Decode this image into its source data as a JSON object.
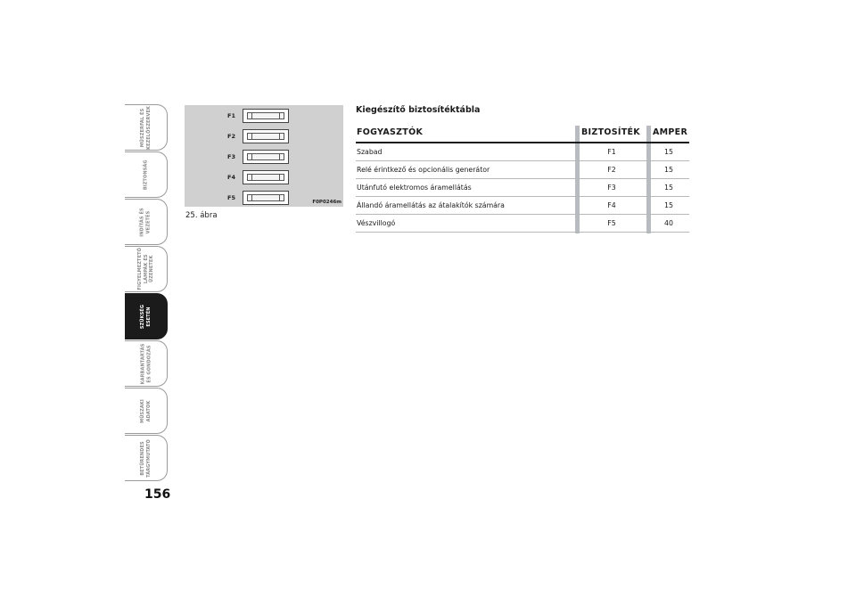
{
  "side_tabs": [
    {
      "label": "MŰSZERFAL ÉS\nKEZELŐSZERVEK",
      "active": false
    },
    {
      "label": "BIZTONSÁG",
      "active": false
    },
    {
      "label": "INDÍTÁS ÉS\nVEZETÉS",
      "active": false
    },
    {
      "label": "FIGYELMEZTETŐ\nLÁMPÁK ÉS\nÜZENETEK",
      "active": false
    },
    {
      "label": "SZÜKSÉG\nESETÉN",
      "active": true
    },
    {
      "label": "KARBANTARTÁS\nÉS GONDOZÁS",
      "active": false
    },
    {
      "label": "MŰSZAKI\nADATOK",
      "active": false
    },
    {
      "label": "BETŰRENDES\nTÁRGYMUTATÓ",
      "active": false
    }
  ],
  "page_number": "156",
  "figure": {
    "fuses": [
      "F1",
      "F2",
      "F3",
      "F4",
      "F5"
    ],
    "code": "F0P0246m",
    "caption": "25. ábra"
  },
  "table": {
    "title": "Kiegészítő biztosítéktábla",
    "headers": {
      "consumers": "FOGYASZTÓK",
      "fuse": "BIZTOSÍTÉK",
      "amper": "AMPER"
    },
    "rows": [
      {
        "consumer": "Szabad",
        "fuse": "F1",
        "amper": "15"
      },
      {
        "consumer": "Relé érintkező és opcionális generátor",
        "fuse": "F2",
        "amper": "15"
      },
      {
        "consumer": "Utánfutó elektromos áramellátás",
        "fuse": "F3",
        "amper": "15"
      },
      {
        "consumer": "Állandó áramellátás az átalakítók számára",
        "fuse": "F4",
        "amper": "15"
      },
      {
        "consumer": "Vészvillogó",
        "fuse": "F5",
        "amper": "40"
      }
    ]
  }
}
